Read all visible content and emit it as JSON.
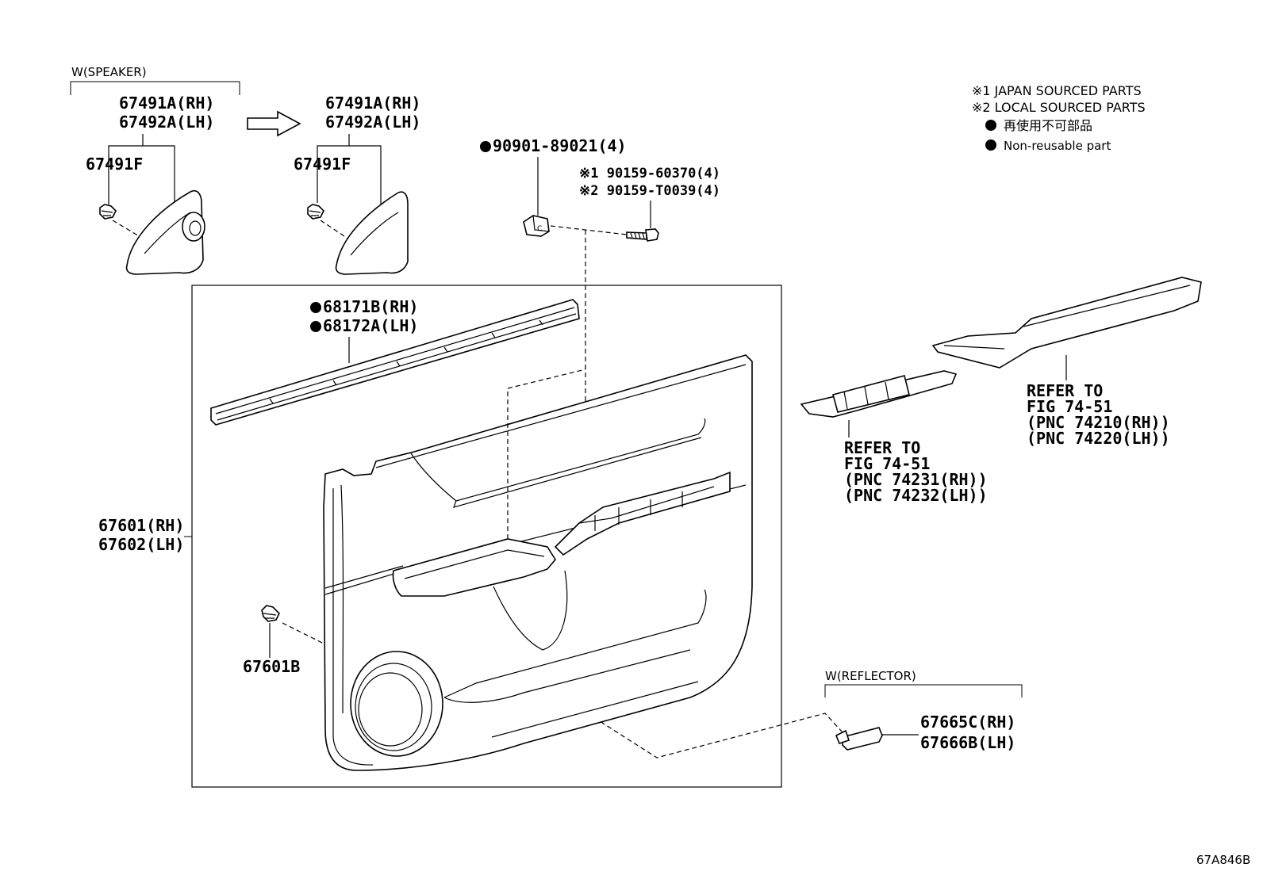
{
  "legend": {
    "japan_sourced": "※1  JAPAN SOURCED PARTS",
    "local_sourced": "※2  LOCAL SOURCED PARTS",
    "non_reusable_jp": "再使用不可部品",
    "non_reusable_en": "Non-reusable part"
  },
  "groups": {
    "speaker": "W(SPEAKER)",
    "reflector": "W(REFLECTOR)"
  },
  "labels": {
    "speaker_left_rh": "67491A(RH)",
    "speaker_left_lh": "67492A(LH)",
    "speaker_left_clip": "67491F",
    "speaker_right_rh": "67491A(RH)",
    "speaker_right_lh": "67492A(LH)",
    "speaker_right_clip": "67491F",
    "clip_part": "90901-89021(4)",
    "screw_jp": "※1 90159-60370(4)",
    "screw_local": "※2 90159-T0039(4)",
    "weatherstrip_rh": "68171B(RH)",
    "weatherstrip_lh": "68172A(LH)",
    "panel_rh": "67601(RH)",
    "panel_lh": "67602(LH)",
    "panel_clip": "67601B",
    "switch_ref1": "REFER TO",
    "switch_ref2": "FIG 74-51",
    "switch_ref3": "(PNC 74231(RH))",
    "switch_ref4": "(PNC 74232(LH))",
    "armrest_ref1": "REFER TO",
    "armrest_ref2": "FIG 74-51",
    "armrest_ref3": "(PNC 74210(RH))",
    "armrest_ref4": "(PNC 74220(LH))",
    "reflector_rh": "67665C(RH)",
    "reflector_lh": "67666B(LH)"
  },
  "figure_id": "67A846B"
}
